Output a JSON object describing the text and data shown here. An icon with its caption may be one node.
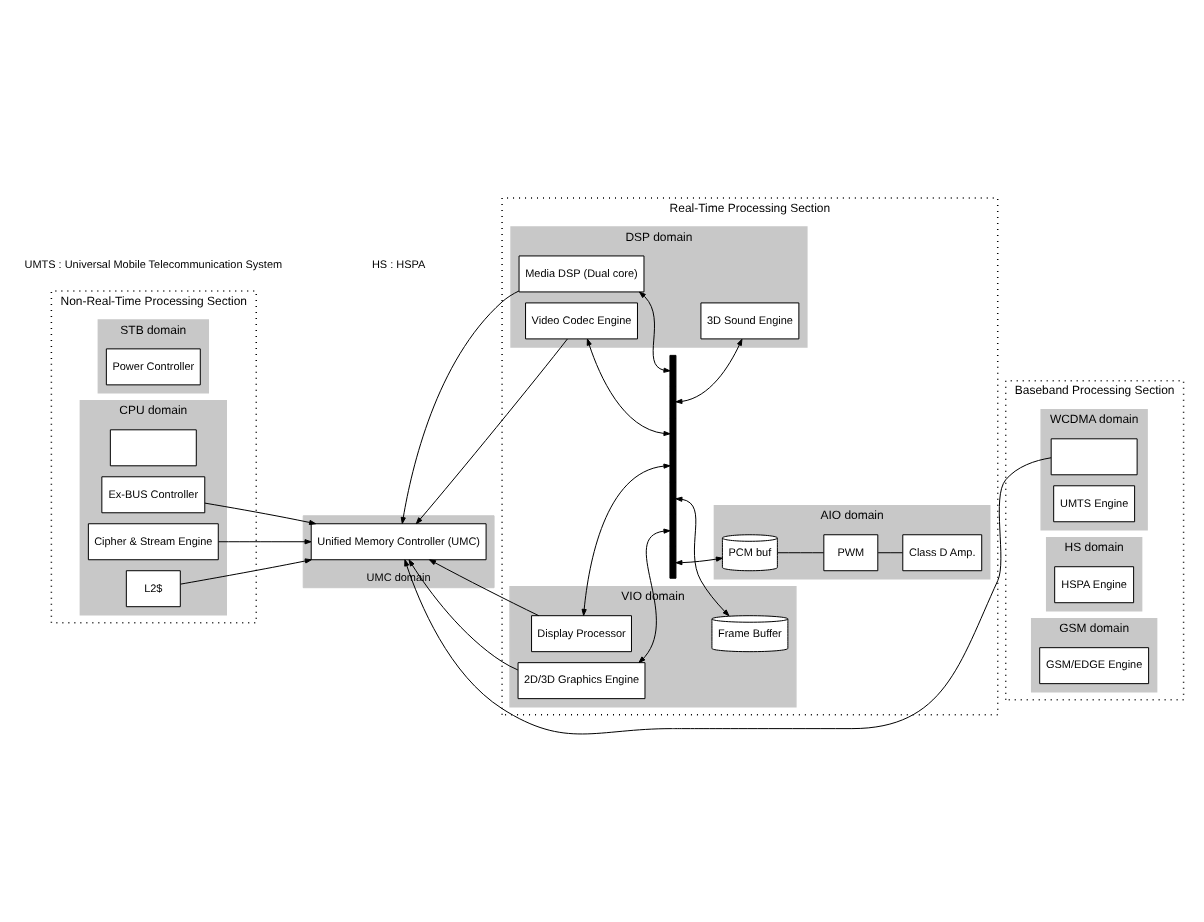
{
  "diagram": {
    "nodes": [
      {
        "text": [
          "Non-Real-Time Processing Section"
        ]
      },
      {
        "text": [
          "STB domain"
        ],
        "in": 0
      },
      {
        "text": [
          "Power Controller"
        ],
        "in": 1
      },
      {
        "text": [
          "CPU domain"
        ],
        "in": 0
      },
      {
        "text": [],
        "shape": "box",
        "in": 3
      },
      {
        "text": [
          "L2$"
        ],
        "in": 3
      },
      {
        "text": [
          "Ex-BUS Controller"
        ],
        "in": 3
      },
      {
        "text": [
          "Cipher & Stream Engine"
        ],
        "in": 3
      },
      {
        "text": [
          "UMC domain"
        ]
      },
      {
        "text": [
          "Unified Memory Controller (UMC)"
        ],
        "in": 8
      },
      {
        "text": [
          "Real-Time Processing Section"
        ]
      },
      {
        "text": [
          "DSP domain"
        ],
        "in": 10
      },
      {
        "text": [
          "Media DSP (Dual core)"
        ],
        "in": 11
      },
      {
        "text": [
          "Video Codec Engine"
        ],
        "in": 11
      },
      {
        "text": [
          "3D Sound Engine"
        ],
        "in": 11
      },
      {
        "text": [
          "VIO domain"
        ],
        "in": 10
      },
      {
        "text": [
          "Display Processor"
        ],
        "in": 15
      },
      {
        "text": [
          "Frame Buffer"
        ],
        "in": 15
      },
      {
        "text": [
          "2D/3D Graphics Engine"
        ],
        "in": 15
      },
      {
        "text": [
          "AIO domain"
        ],
        "in": 10
      },
      {
        "text": [
          "PCM buf"
        ],
        "in": 19
      },
      {
        "text": [
          "PWM"
        ],
        "in": 19
      },
      {
        "text": [
          "Class D Amp."
        ],
        "in": 19
      },
      {
        "text": [],
        "shape": "bar",
        "in": 10
      },
      {
        "text": [
          "Baseband Processing Section"
        ]
      },
      {
        "text": [
          "WCDMA domain"
        ],
        "in": 24
      },
      {
        "text": [],
        "shape": "box",
        "in": 25
      },
      {
        "text": [
          "UMTS Engine"
        ],
        "in": 25
      },
      {
        "text": [
          "HS domain"
        ],
        "in": 24
      },
      {
        "text": [
          "HSPA Engine"
        ],
        "in": 28
      },
      {
        "text": [
          "GSM domain"
        ],
        "in": 24
      },
      {
        "text": [
          "GSM/EDGE Engine"
        ],
        "in": 30
      }
    ],
    "edges": [
      {
        "from": 12,
        "to": 9,
        "arrow": "to"
      },
      {
        "from": 13,
        "to": 9,
        "arrow": "to"
      },
      {
        "from": 5,
        "to": 9,
        "arrow": "to"
      },
      {
        "from": 16,
        "to": 9,
        "arrow": "to"
      },
      {
        "from": 18,
        "to": 9,
        "arrow": "to"
      },
      {
        "from": 6,
        "to": 9,
        "arrow": "to"
      },
      {
        "from": 7,
        "to": 9,
        "arrow": "to"
      },
      {
        "from": 26,
        "to": 9,
        "arrow": "to"
      },
      {
        "from": 12,
        "to": 23,
        "arrow": "both"
      },
      {
        "from": 23,
        "to": 14,
        "arrow": "both"
      },
      {
        "from": 13,
        "to": 23,
        "arrow": "both"
      },
      {
        "from": 16,
        "to": 23,
        "arrow": "both"
      },
      {
        "from": 23,
        "to": 17,
        "arrow": "both"
      },
      {
        "from": 18,
        "to": 23,
        "arrow": "both"
      },
      {
        "from": 23,
        "to": 20,
        "arrow": "both"
      },
      {
        "from": 20,
        "to": 21,
        "arrow": "none"
      },
      {
        "from": 21,
        "to": 22,
        "arrow": "none"
      }
    ],
    "labels": [
      "UMTS : Universal Mobile Telecommunication System",
      "HS : HSPA"
    ]
  }
}
